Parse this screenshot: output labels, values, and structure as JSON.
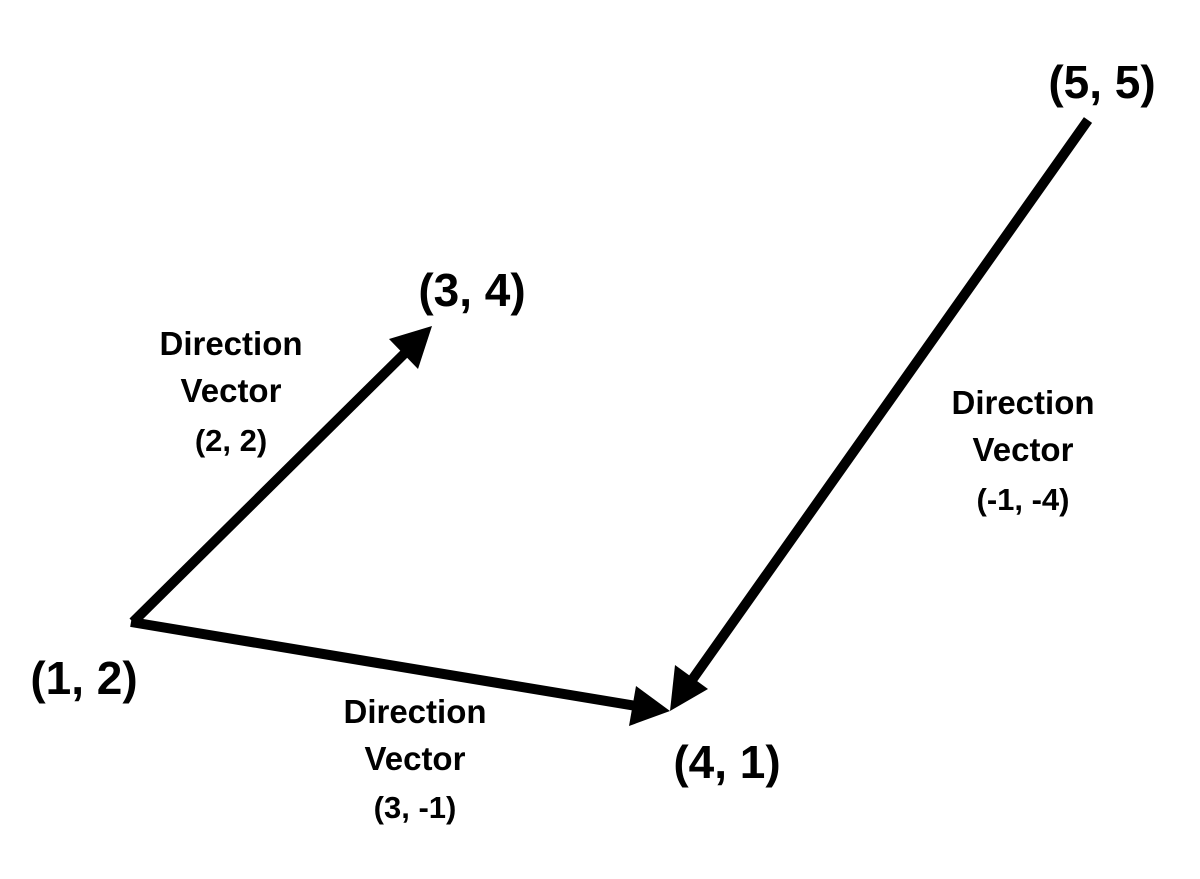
{
  "points": {
    "p12": "(1, 2)",
    "p34": "(3, 4)",
    "p41": "(4, 1)",
    "p55": "(5, 5)"
  },
  "vectors": {
    "v1": {
      "line1": "Direction",
      "line2": "Vector",
      "value": "(2, 2)"
    },
    "v2": {
      "line1": "Direction",
      "line2": "Vector",
      "value": "(3, -1)"
    },
    "v3": {
      "line1": "Direction",
      "line2": "Vector",
      "value": "(-1, -4)"
    }
  }
}
